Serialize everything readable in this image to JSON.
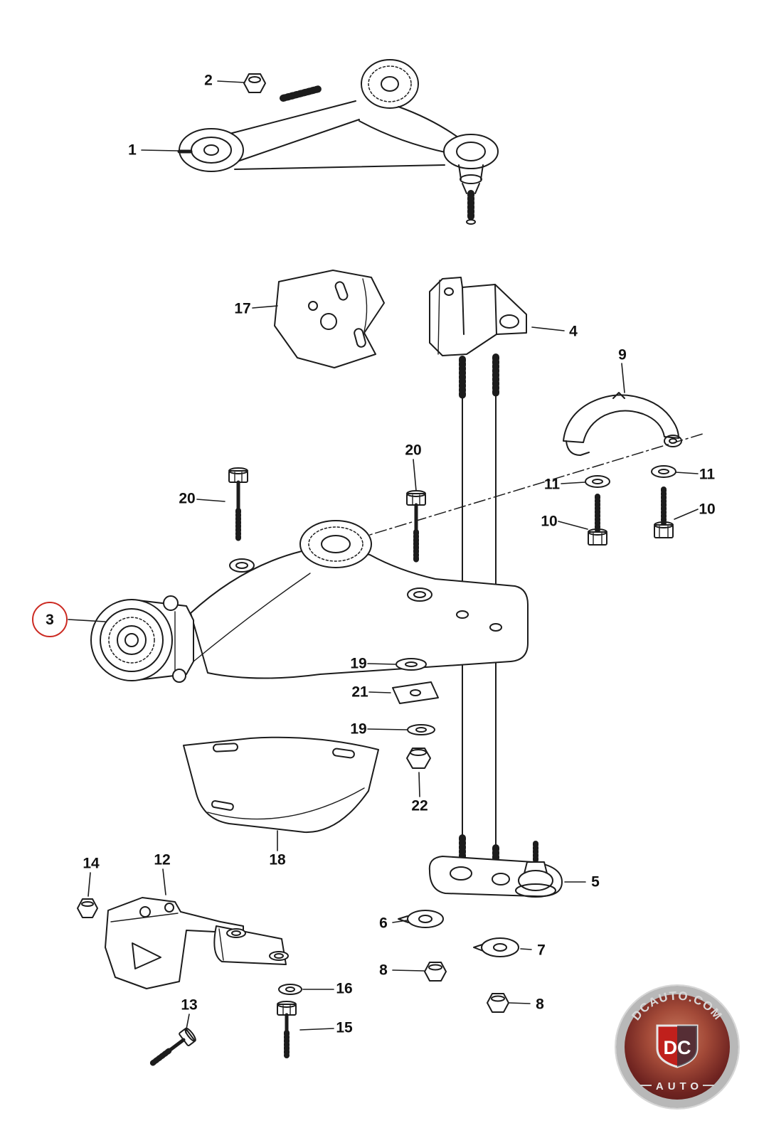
{
  "colors": {
    "line": "#1c1c1c",
    "highlight_circle": "#cc2a22",
    "background": "#ffffff",
    "watermark_shield_red": "#c0201c"
  },
  "callouts": [
    {
      "id": "2",
      "label": "2"
    },
    {
      "id": "1",
      "label": "1"
    },
    {
      "id": "17",
      "label": "17"
    },
    {
      "id": "4",
      "label": "4"
    },
    {
      "id": "9",
      "label": "9"
    },
    {
      "id": "20-upper",
      "label": "20"
    },
    {
      "id": "20-left",
      "label": "20"
    },
    {
      "id": "11-left",
      "label": "11"
    },
    {
      "id": "11-right",
      "label": "11"
    },
    {
      "id": "10-left",
      "label": "10"
    },
    {
      "id": "10-right",
      "label": "10"
    },
    {
      "id": "3",
      "label": "3",
      "highlighted": true
    },
    {
      "id": "19-top",
      "label": "19"
    },
    {
      "id": "21",
      "label": "21"
    },
    {
      "id": "19-bottom",
      "label": "19"
    },
    {
      "id": "22",
      "label": "22"
    },
    {
      "id": "18",
      "label": "18"
    },
    {
      "id": "14",
      "label": "14"
    },
    {
      "id": "12",
      "label": "12"
    },
    {
      "id": "5",
      "label": "5"
    },
    {
      "id": "6",
      "label": "6"
    },
    {
      "id": "7",
      "label": "7"
    },
    {
      "id": "8-left",
      "label": "8"
    },
    {
      "id": "8-right",
      "label": "8"
    },
    {
      "id": "13",
      "label": "13"
    },
    {
      "id": "16",
      "label": "16"
    },
    {
      "id": "15",
      "label": "15"
    }
  ],
  "watermark": {
    "site": "DCAUTO.COM",
    "initials": "DC",
    "word": "AUTO"
  }
}
